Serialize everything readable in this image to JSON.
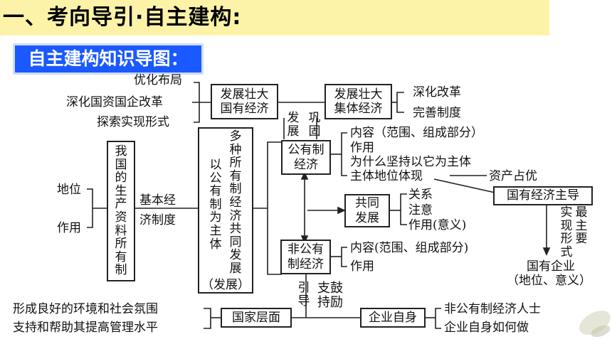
{
  "header": {
    "title": "一、考向导引·自主建构:"
  },
  "badge": {
    "label": "自主建构知识导图："
  },
  "diagram": {
    "left_list": [
      "优化布局",
      "深化国资国企改革",
      "探索实现形式"
    ],
    "box_develop_state": [
      "发展壮大",
      "国有经济"
    ],
    "box_develop_collective": [
      "发展壮大",
      "集体经济"
    ],
    "right_list_top": [
      "深化改革",
      "完善制度"
    ],
    "develop_label": "发展",
    "consolidate_label": "巩固",
    "position_label": "地位",
    "role_label": "作用",
    "box_ownership": "我国的生产资料所有制",
    "basic_system": [
      "基本经",
      "济制度"
    ],
    "box_mixed": [
      "多种所有制经济共同发展",
      "以公有制为主体"
    ],
    "box_mixed_sub": "（发展）",
    "box_public": [
      "公有制",
      "经济"
    ],
    "public_items": [
      "内容（范围、组成部分）",
      "作用",
      "为什么坚持以它为主体",
      "主体地位体现"
    ],
    "asset_advantage": "资产占优",
    "box_state_lead": "国有经济主导",
    "realize_label": "实现形式",
    "important_label": "最主要",
    "state_enterprise": [
      "国有企业",
      "（地位、意义）"
    ],
    "box_common_dev": [
      "共同",
      "发展"
    ],
    "common_items": [
      "关系",
      "注意",
      "作用(意义)"
    ],
    "box_nonpublic": [
      "非公有",
      "制经济"
    ],
    "nonpublic_items": [
      "内容(范围、组成部分)",
      "作用"
    ],
    "guide_label": "引导",
    "support_label": "支鼓持励",
    "bottom_left": [
      "形成良好的环境和社会氛围",
      "支持和帮助其提高管理水平"
    ],
    "box_national": "国家层面",
    "box_enterprise": "企业自身",
    "bottom_right": [
      "非公有制经济人士",
      "企业自身如何做"
    ]
  },
  "colors": {
    "header_bg": "#fcf3a8",
    "badge_bg": "#1a59ff",
    "line": "#222222"
  }
}
